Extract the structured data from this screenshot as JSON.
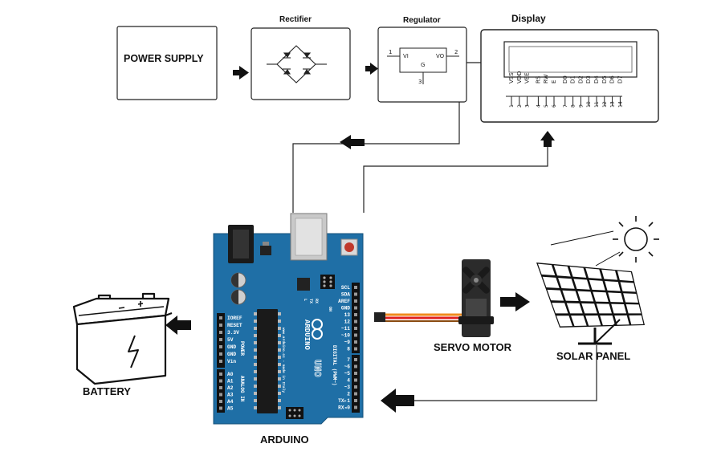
{
  "blocks": {
    "power_supply": "POWER SUPPLY",
    "rectifier": "Rectifier",
    "regulator": "Regulator",
    "display": "Display",
    "arduino": "ARDUINO",
    "battery": "BATTERY",
    "servo_motor": "SERVO MOTOR",
    "solar_panel": "SOLAR PANEL"
  },
  "regulator_pins": {
    "vi": "VI",
    "vo": "VO",
    "gnd": "G",
    "pin1": "1",
    "pin2": "2",
    "pin3": "3"
  },
  "lcd_pins": [
    {
      "num": "1",
      "name": "VSS"
    },
    {
      "num": "2",
      "name": "VDD"
    },
    {
      "num": "3",
      "name": "VEE"
    },
    {
      "num": "4",
      "name": "RS"
    },
    {
      "num": "5",
      "name": "RW"
    },
    {
      "num": "6",
      "name": "E"
    },
    {
      "num": "7",
      "name": "D0"
    },
    {
      "num": "8",
      "name": "D1"
    },
    {
      "num": "9",
      "name": "D2"
    },
    {
      "num": "10",
      "name": "D3"
    },
    {
      "num": "11",
      "name": "D4"
    },
    {
      "num": "12",
      "name": "D5"
    },
    {
      "num": "13",
      "name": "D6"
    },
    {
      "num": "14",
      "name": "D7"
    }
  ],
  "arduino_board": {
    "power_pins": [
      "IOREF",
      "RESET",
      "3.3V",
      "5V",
      "GND",
      "GND",
      "Vin"
    ],
    "analog_pins": [
      "A0",
      "A1",
      "A2",
      "A3",
      "A4",
      "A5"
    ],
    "digital_top": [
      "SCL",
      "SDA",
      "AREF",
      "GND",
      "13",
      "12",
      "~11",
      "~10",
      "~9",
      "8"
    ],
    "digital_bottom": [
      "7",
      "~6",
      "~5",
      "4",
      "~3",
      "2",
      "TX▸1",
      "RX◂0"
    ],
    "power_header": "POWER",
    "analog_header": "ANALOG IN",
    "digital_header": "DIGITAL (PWM~)",
    "brand": "ARDUINO",
    "model": "UNO",
    "tx_rx": [
      "L",
      "TX",
      "RX"
    ],
    "on_label": "ON",
    "url": "www.arduino.cc - made in Italy"
  },
  "colors": {
    "board": "#1f6fa6",
    "board_dark": "#15507a",
    "arrow": "#111111",
    "line": "#222222",
    "wire_orange": "#f08a1c",
    "wire_red": "#e02020",
    "battery": "#ffffff"
  }
}
